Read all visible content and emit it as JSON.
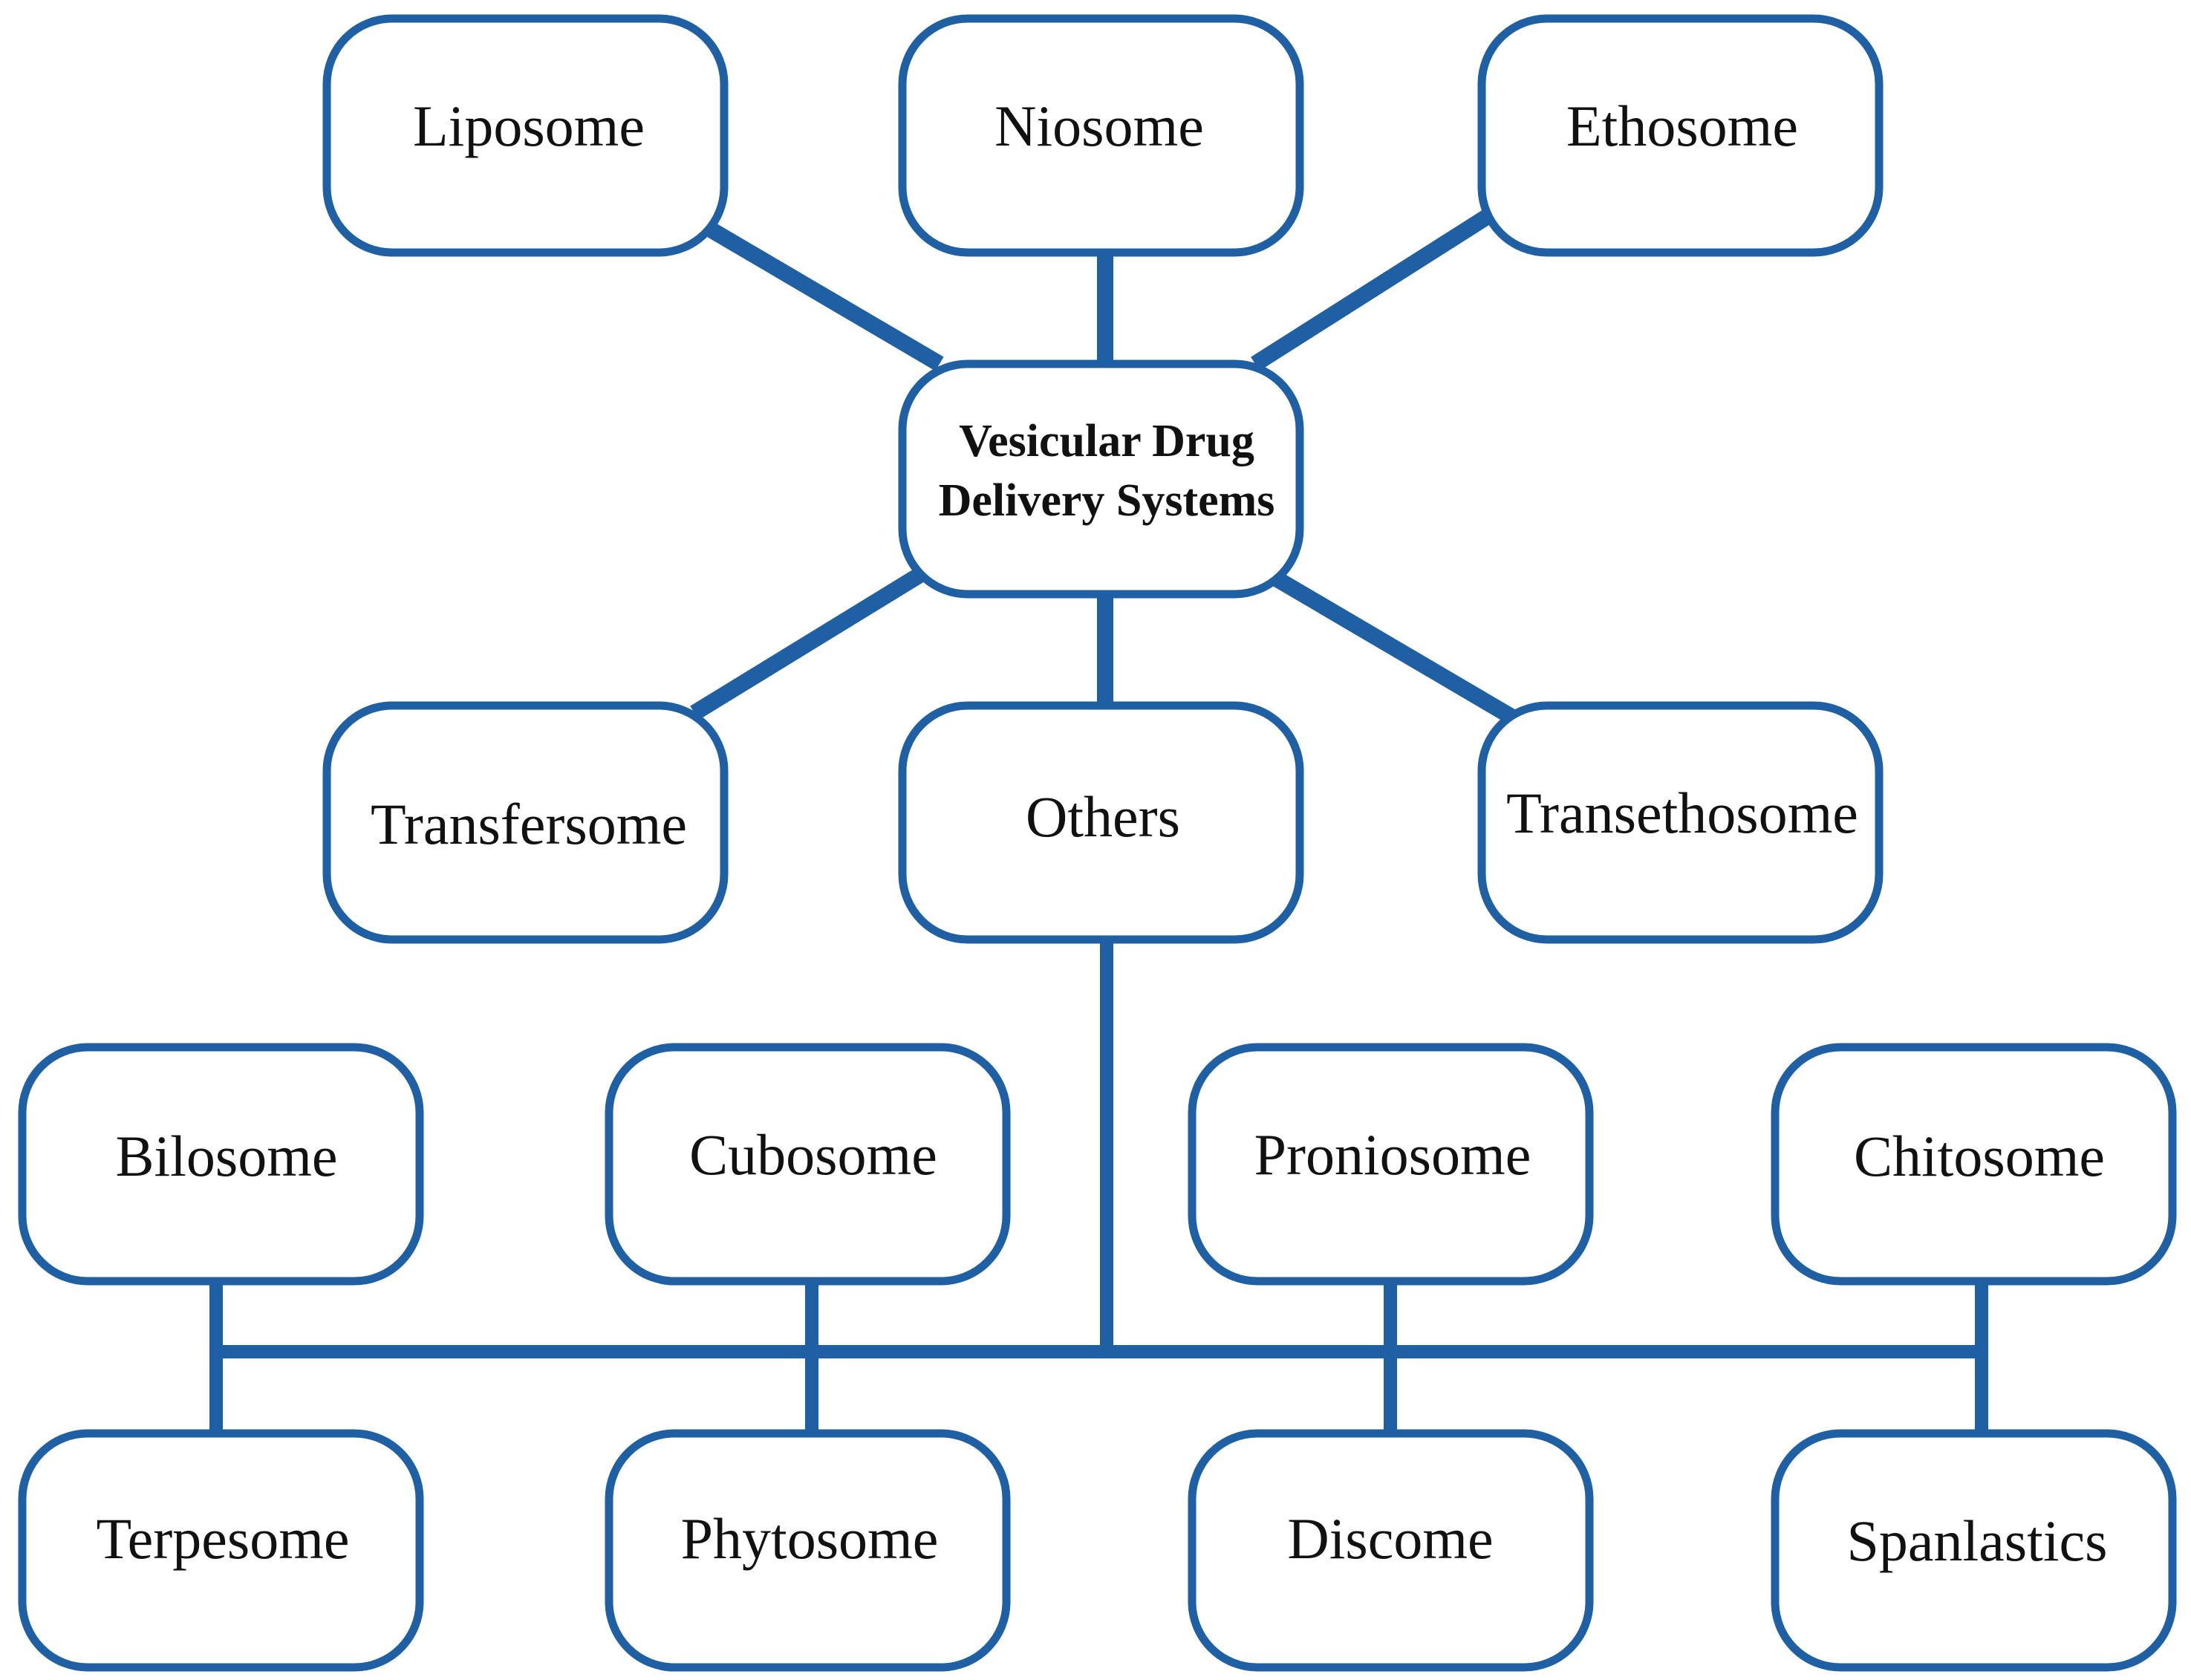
{
  "colors": {
    "accent": "#1f5fa3",
    "text": "#111111",
    "background": "#ffffff"
  },
  "center": {
    "line1": "Vesicular Drug",
    "line2": "Delivery Systems"
  },
  "top": {
    "liposome": "Liposome",
    "niosome": "Niosome",
    "ethosome": "Ethosome"
  },
  "middle": {
    "transfersome": "Transfersome",
    "others": "Others",
    "transethosome": "Transethosome"
  },
  "others_upper": {
    "bilosome": "Bilosome",
    "cubosome": "Cubosome",
    "proniosome": "Proniosome",
    "chitosome": "Chitosome"
  },
  "others_lower": {
    "terpesome": "Terpesome",
    "phytosome": "Phytosome",
    "discome": "Discome",
    "spanlastics": "Spanlastics"
  }
}
